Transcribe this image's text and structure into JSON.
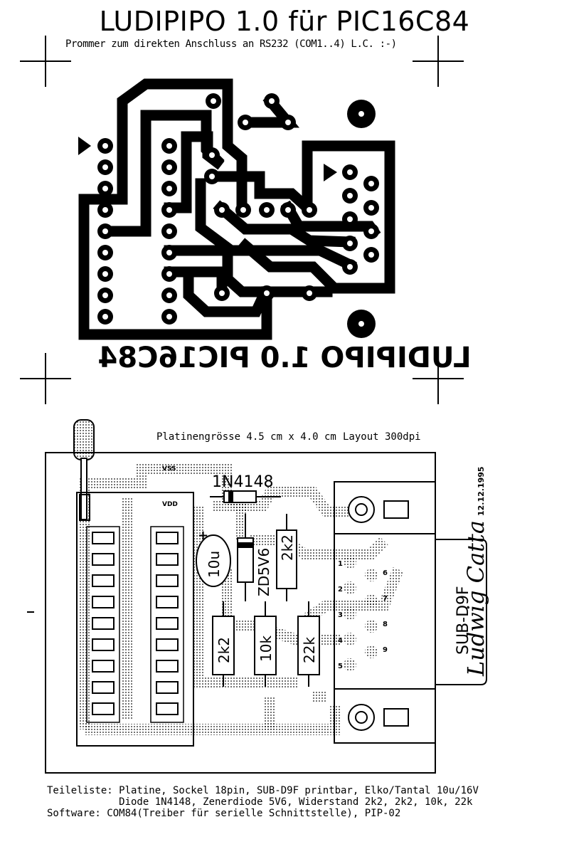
{
  "header": {
    "title": "LUDIPIPO 1.0 für PIC16C84",
    "subtitle": "Prommer zum direkten Anschluss an RS232 (COM1..4)  L.C. :-)"
  },
  "mirror_label": "LUDIPIPO 1.0 PIC16C84",
  "board_info": {
    "size": "Platinengrösse  4.5 cm x 4.0 cm",
    "layout": "Layout 300dpi"
  },
  "silkscreen": {
    "vss": "VSS",
    "vdd": "VDD",
    "diode": "1N4148",
    "elko": "10u",
    "elko_plus": "+",
    "zener": "ZD5V6",
    "r_top": "2k2",
    "r1": "2k2",
    "r2": "10k",
    "r3": "22k",
    "connector": "SUB-D9F",
    "pins_left": [
      "1",
      "2",
      "3",
      "4",
      "5"
    ],
    "pins_right": [
      "6",
      "7",
      "8",
      "9"
    ]
  },
  "author": {
    "name": "Ludwig Catta",
    "date": "12.12.1995"
  },
  "parts_list": {
    "line1": "Teileliste: Platine, Sockel 18pin, SUB-D9F printbar, Elko/Tantal 10u/16V",
    "line2": "            Diode 1N4148, Zenerdiode 5V6, Widerstand 2k2, 2k2, 10k, 22k",
    "line3": "Software: COM84(Treiber für serielle Schnittstelle), PIP-02"
  },
  "colors": {
    "ink": "#000000",
    "paper": "#ffffff",
    "dither": "#bdbdbd"
  }
}
